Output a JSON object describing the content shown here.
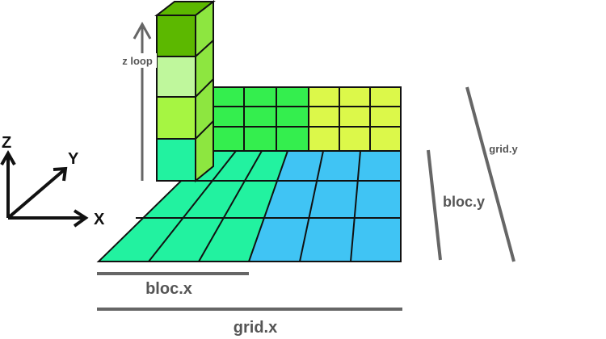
{
  "axes": {
    "z": "Z",
    "y": "Y",
    "x": "X"
  },
  "labels": {
    "z_loop": "z loop",
    "bloc_x": "bloc.x",
    "grid_x": "grid.x",
    "bloc_y": "bloc.y",
    "grid_y": "grid.y"
  },
  "colors": {
    "teal": "#22f2a0",
    "green": "#34ee4e",
    "yellow": "#dcf84a",
    "blue": "#40c4f4",
    "col_top": "#5cb800",
    "col_2": "#bff79c",
    "col_3": "#a6f542",
    "col_4": "#22f2a0",
    "col_side": "#8de640",
    "line": "#111111",
    "label": "#555555"
  }
}
